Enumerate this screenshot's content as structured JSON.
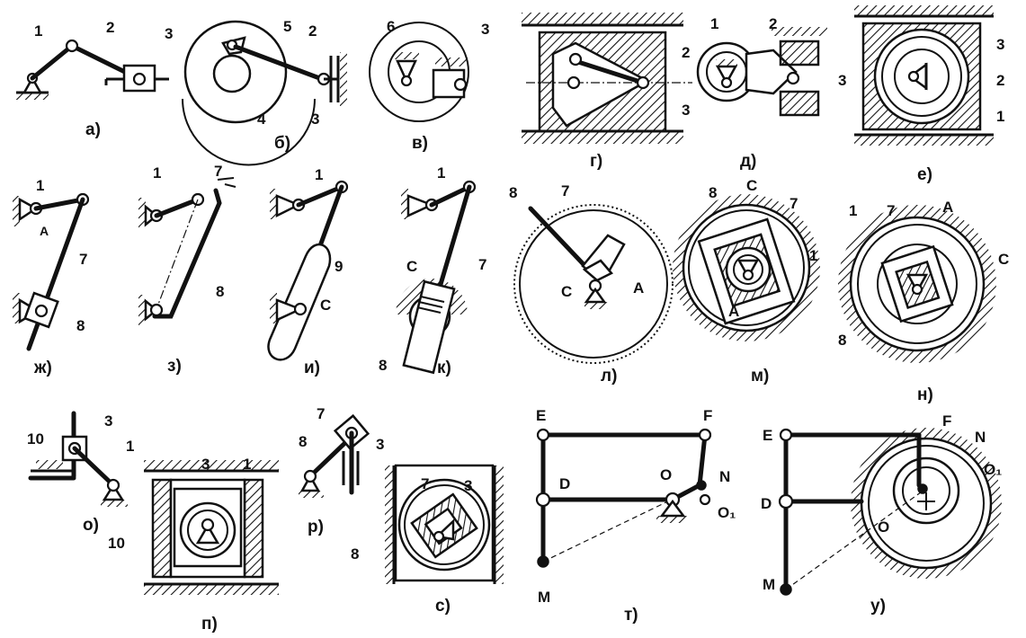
{
  "panels": {
    "a": {
      "caption": "а)",
      "labels": [
        "1",
        "2",
        "3"
      ]
    },
    "b": {
      "caption": "б)",
      "labels": [
        "5",
        "2",
        "4",
        "3"
      ]
    },
    "v": {
      "caption": "в)",
      "labels": [
        "6",
        "3"
      ]
    },
    "g": {
      "caption": "г)",
      "labels": [
        "2",
        "3"
      ]
    },
    "d": {
      "caption": "д)",
      "labels": [
        "1",
        "2",
        "3"
      ]
    },
    "e": {
      "caption": "е)",
      "labels": [
        "3",
        "2",
        "1"
      ]
    },
    "zh": {
      "caption": "ж)",
      "labels": [
        "1",
        "А",
        "7",
        "8"
      ]
    },
    "z": {
      "caption": "з)",
      "labels": [
        "1",
        "7",
        "8"
      ]
    },
    "i": {
      "caption": "и)",
      "labels": [
        "1",
        "9",
        "С"
      ]
    },
    "k": {
      "caption": "к)",
      "labels": [
        "1",
        "С",
        "7",
        "8"
      ]
    },
    "l": {
      "caption": "л)",
      "labels": [
        "8",
        "7",
        "С",
        "А"
      ]
    },
    "m": {
      "caption": "м)",
      "labels": [
        "8",
        "С",
        "7",
        "1",
        "А"
      ]
    },
    "n": {
      "caption": "н)",
      "labels": [
        "1",
        "7",
        "А",
        "С",
        "8"
      ]
    },
    "o": {
      "caption": "о)",
      "labels": [
        "10",
        "3",
        "1"
      ]
    },
    "p": {
      "caption": "п)",
      "labels": [
        "3",
        "1",
        "10"
      ]
    },
    "r": {
      "caption": "р)",
      "labels": [
        "7",
        "8",
        "3"
      ]
    },
    "s": {
      "caption": "с)",
      "labels": [
        "7",
        "3",
        "8"
      ]
    },
    "t": {
      "caption": "т)",
      "labels": [
        "E",
        "F",
        "D",
        "O",
        "N",
        "O₁",
        "M"
      ]
    },
    "u": {
      "caption": "у)",
      "labels": [
        "E",
        "F",
        "N",
        "O₁",
        "D",
        "O",
        "M"
      ]
    }
  }
}
